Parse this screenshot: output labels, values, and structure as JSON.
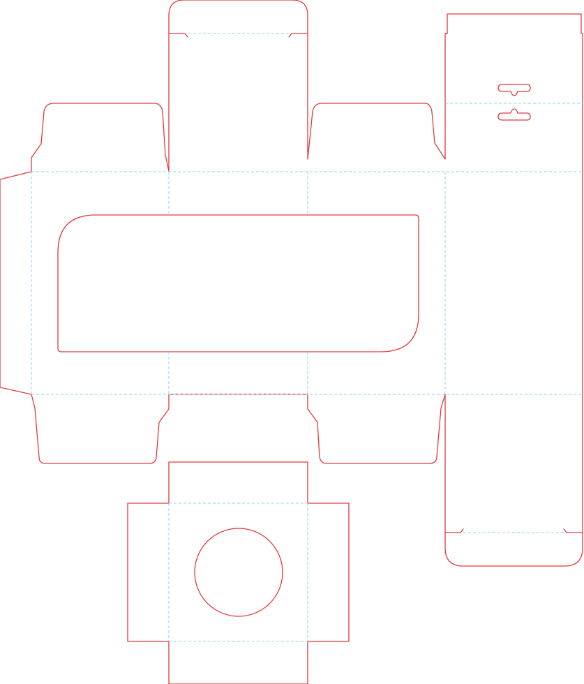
{
  "diagram": {
    "type": "packaging-box-dieline",
    "colors": {
      "cut_line": "#e03a3e",
      "fold_line": "#8fd0ee",
      "background": "#ffffff"
    },
    "line_types": [
      "cut-line",
      "fold-line"
    ],
    "cutouts": [
      "display-window",
      "circular-hole",
      "hang-tab-slot"
    ]
  }
}
